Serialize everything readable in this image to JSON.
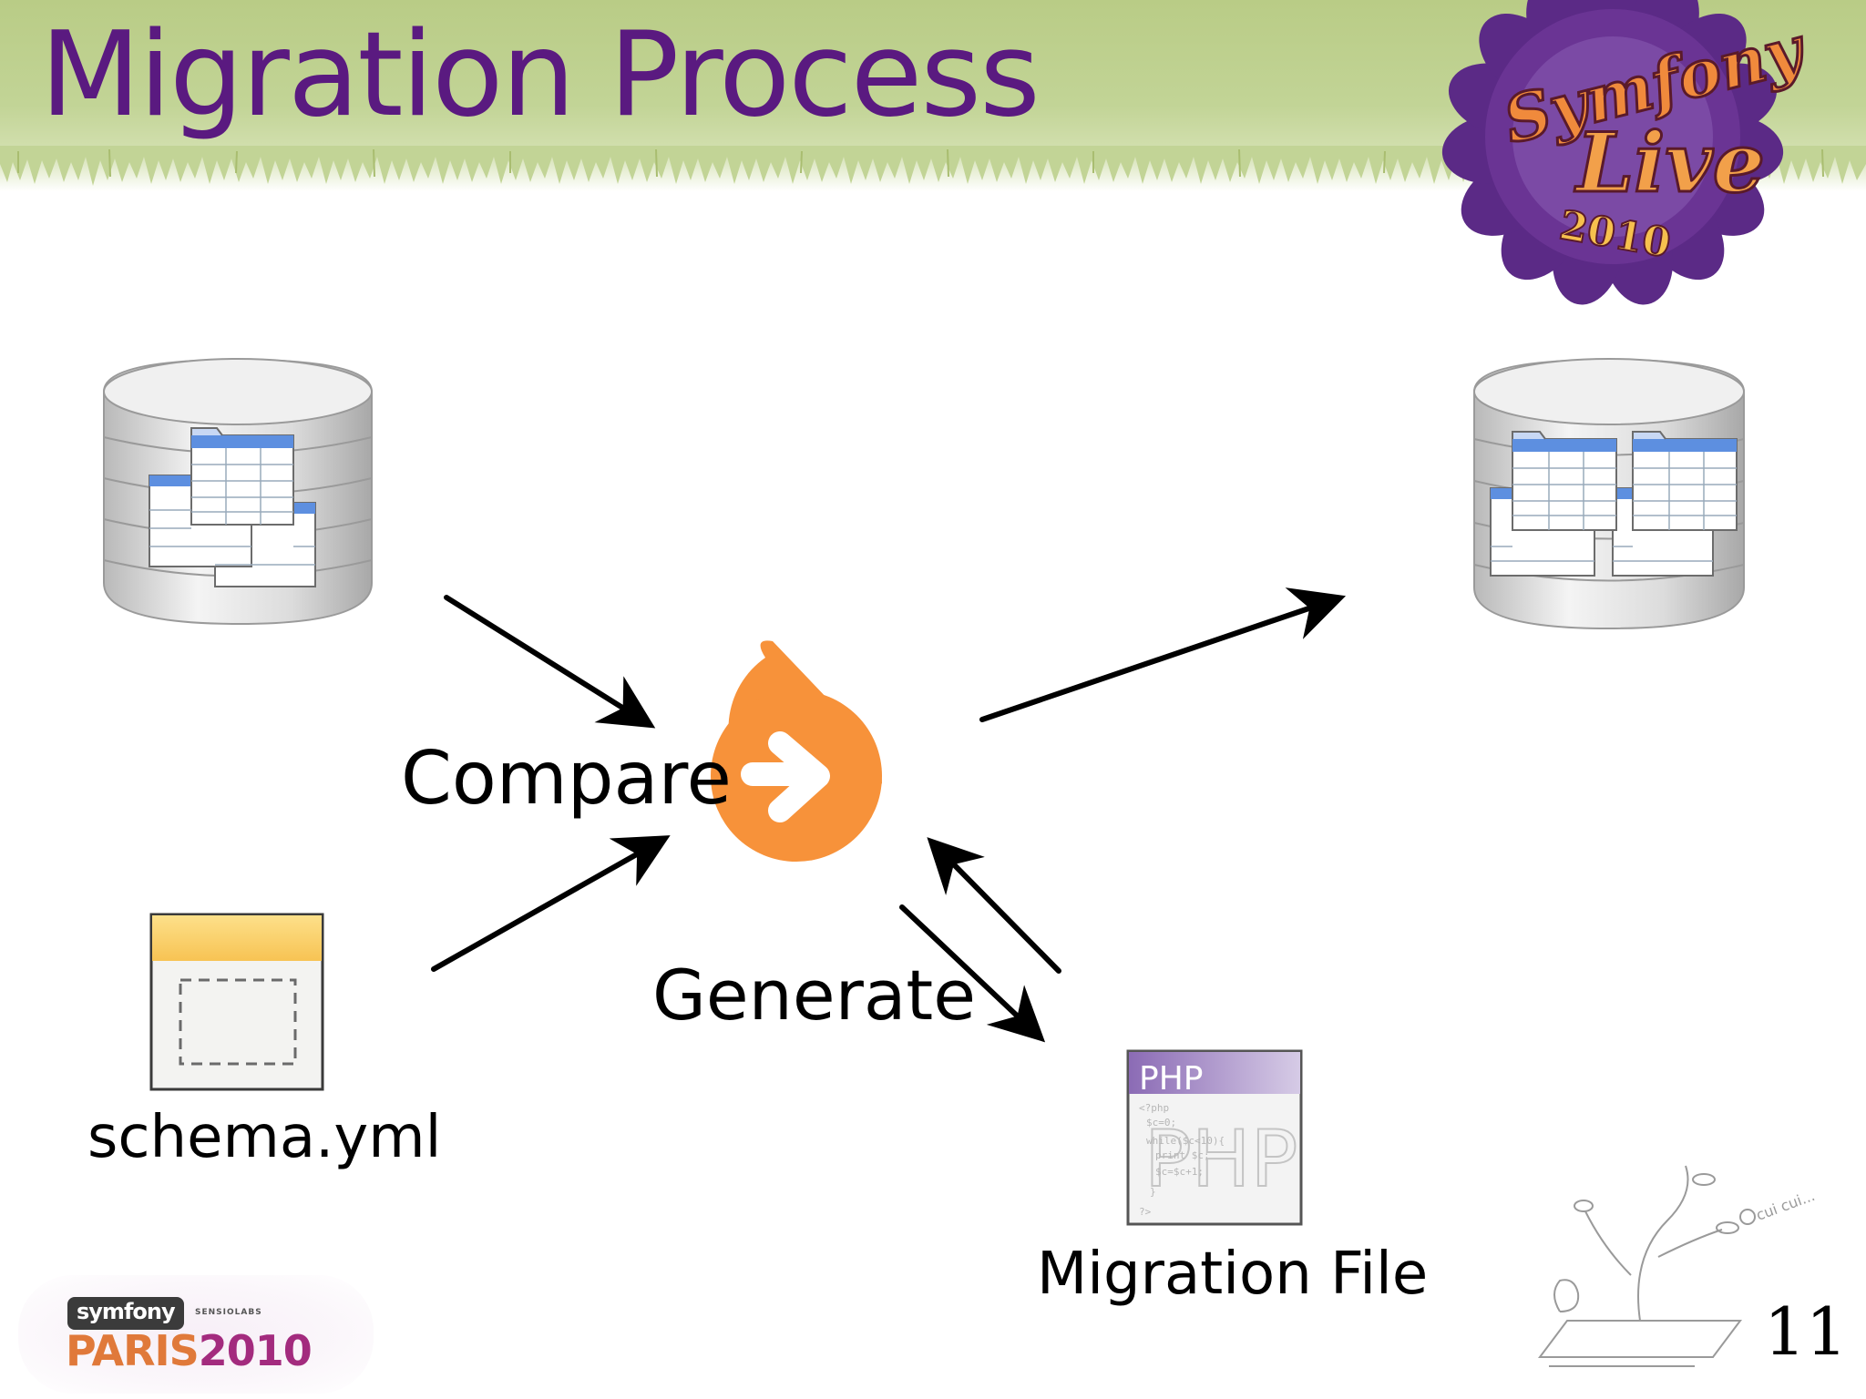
{
  "slide": {
    "title": "Migration Process",
    "page_number": "11"
  },
  "diagram": {
    "labels": {
      "compare": "Compare",
      "generate": "Generate",
      "schema": "schema.yml",
      "migration_file": "Migration File"
    },
    "php_file": {
      "header_text": "PHP",
      "watermark_text": "PHP",
      "code_lines": [
        "<?php",
        "$c=0;",
        "while($c<10){",
        "print $c;",
        "$c=$c+1;",
        "}",
        "?>"
      ]
    }
  },
  "branding": {
    "event_logo_line1": "Symfony",
    "event_logo_line2": "Live",
    "event_logo_year": "2010",
    "symfony_badge": "symfony",
    "sensiolabs": "SENSIOLABS",
    "paris": "PARIS",
    "paris_year": "2010",
    "doodle_text": "cui cui..."
  },
  "colors": {
    "title": "#5a1a80",
    "header_band": "#c2d496",
    "doctrine_orange": "#f7923a",
    "arrow": "#000000"
  },
  "icons": {
    "source_database": "database-icon",
    "target_database": "database-icon",
    "doctrine": "doctrine-logo-icon",
    "schema_file": "yaml-file-icon",
    "migration_file": "php-file-icon"
  }
}
